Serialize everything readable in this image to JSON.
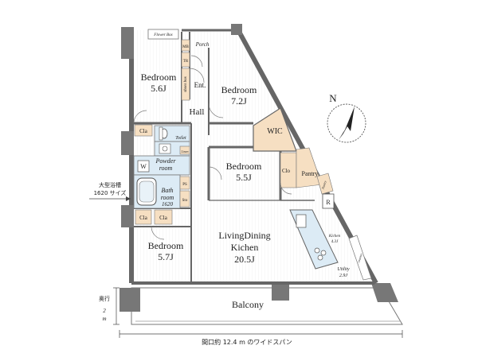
{
  "rooms": {
    "bedroom_nw": {
      "name": "Bedroom",
      "size": "5.6J"
    },
    "bedroom_ne": {
      "name": "Bedroom",
      "size": "7.2J"
    },
    "bedroom_mid": {
      "name": "Bedroom",
      "size": "5.5J"
    },
    "bedroom_sw": {
      "name": "Bedroom",
      "size": "5.7J"
    },
    "ldk": {
      "line1": "LivingDining",
      "line2": "Kichen",
      "size": "20.5J"
    },
    "hall": "Hall",
    "ent": "Ent.",
    "porch": "Porch",
    "wic": "WIC",
    "pantry": "Pantry",
    "toilet": "Toilet",
    "powder": {
      "line1": "Powder",
      "line2": "room"
    },
    "bath": {
      "line1": "Bath",
      "line2": "room",
      "size": "1620"
    },
    "balcony": "Balcony",
    "kitchen": {
      "name": "Kichen",
      "size": "4.3J"
    },
    "utility": {
      "name": "Utility",
      "size": "2.9J"
    }
  },
  "small_labels": {
    "flower_box": "Flower Box",
    "mb": "MB",
    "tr": "TR",
    "shoes_box": "shoes box",
    "cla": "Cla",
    "clo": "Clo",
    "linen": "Linen",
    "w": "W",
    "ps": "PS",
    "sto": "Sto",
    "pantry_small": "Pantry",
    "r": "R",
    "counter": "counter"
  },
  "annotations": {
    "bath_note_line1": "大型浴槽",
    "bath_note_line2": "1620 サイズ",
    "depth_label": "奥行",
    "depth_value": "2",
    "depth_unit": "m",
    "frontage": "間口約 12.4 m のワイドスパン"
  },
  "compass": {
    "letter": "N"
  },
  "colors": {
    "wall": "#666666",
    "wetarea": "#dcebf5",
    "storage": "#f6dfc2",
    "floor_line": "#bbbbbb"
  }
}
